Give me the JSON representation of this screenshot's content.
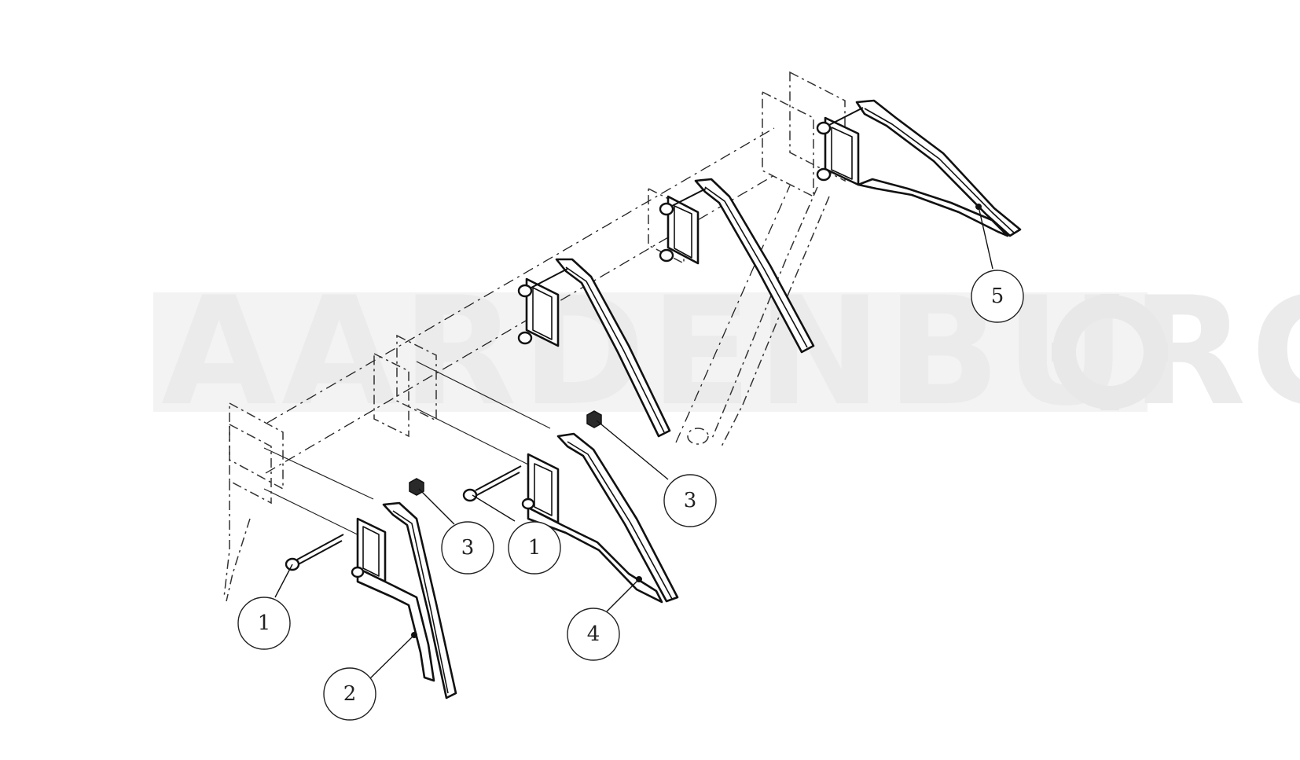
{
  "watermark": {
    "text": "AARDENBURG"
  },
  "balloons": [
    {
      "id": "callout-1-left",
      "label": "1"
    },
    {
      "id": "callout-2",
      "label": "2"
    },
    {
      "id": "callout-3-left",
      "label": "3"
    },
    {
      "id": "callout-1-mid",
      "label": "1"
    },
    {
      "id": "callout-4",
      "label": "4"
    },
    {
      "id": "callout-3-mid",
      "label": "3"
    },
    {
      "id": "callout-5",
      "label": "5"
    }
  ]
}
